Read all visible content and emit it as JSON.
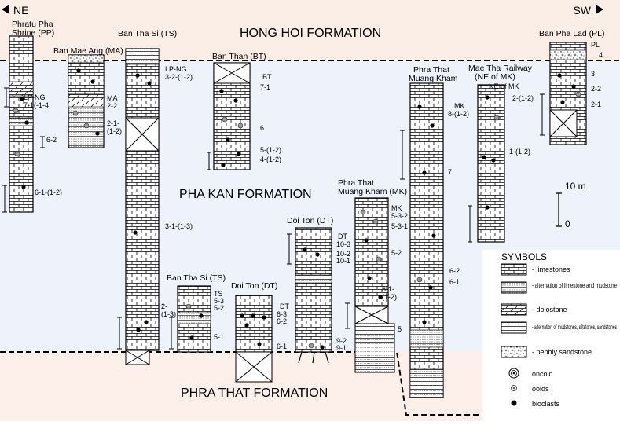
{
  "direction": {
    "left": "NE",
    "right": "SW"
  },
  "formations": {
    "top": "HONG HOI FORMATION",
    "middle": "PHA KAN FORMATION",
    "bottom": "PHRA THAT FORMATION"
  },
  "colors": {
    "top_zone": "#fbeee6",
    "middle_zone": "#eef2fb",
    "bottom_zone": "#fdf0ea",
    "line": "#000000",
    "limestone_fill": "#ffffff"
  },
  "scale_bar": {
    "label_top": "10 m",
    "label_bottom": "0"
  },
  "sections": {
    "pp": {
      "title_line1": "Phratu Pha",
      "title_line2": "Shrine (PP)",
      "samples": [
        "LP-NG",
        "7-1(-1-4",
        "6-2",
        "6-1-(1-2)"
      ]
    },
    "ma": {
      "title": "Ban Mae Ang (MA)",
      "samples": [
        "MA",
        "2-2",
        "2-1-",
        "(1-2)"
      ]
    },
    "ts_top": {
      "title": "Ban Tha Si (TS)",
      "samples": [
        "LP-NG",
        "3-2-(1-2)",
        "3-1-(1-3)",
        "2-",
        "(1-3)"
      ]
    },
    "bt": {
      "title": "Ban Than (BT)",
      "samples": [
        "BT",
        "7-1",
        "6",
        "5-(1-2)",
        "4-(1-2)"
      ]
    },
    "ts_low": {
      "title": "Ban Tha Si (TS)",
      "samples": [
        "TS",
        "5-3",
        "5-2",
        "5-1"
      ]
    },
    "dt_low": {
      "title": "Doi Ton (DT)",
      "samples": [
        "DT",
        "6-3",
        "6-2",
        "6-1"
      ]
    },
    "dt": {
      "title": "Doi Ton (DT)",
      "samples": [
        "DT",
        "10-3",
        "10-2",
        "10-1",
        "9-2",
        "9-1"
      ]
    },
    "mk": {
      "title_line1": "Phra That",
      "title_line2": "Muang Kham (MK)",
      "samples": [
        "MK",
        "5-3-2",
        "5-3-1",
        "5-2",
        "5-1-",
        "(1-2)",
        "5"
      ]
    },
    "mk_main": {
      "title_line1": "Phra That",
      "title_line2": "Muang Kham",
      "samples": [
        "MK",
        "8-(1-2)",
        "7",
        "6-2",
        "6-1"
      ]
    },
    "mtr": {
      "title_line1": "Mae Tha Railway",
      "title_line2": "(NE of MK)",
      "samples": [
        "NE of MK",
        "2-(1-2)",
        "1-(1-2)"
      ]
    },
    "pl": {
      "title": "Ban Pha Lad (PL)",
      "samples": [
        "PL",
        "4",
        "3",
        "2-2",
        "2-1"
      ]
    }
  },
  "legend": {
    "title": "SYMBOLS",
    "items": [
      {
        "label": "- limestones"
      },
      {
        "label": "- alternation of limestone and mudstone"
      },
      {
        "label": "- dolostone"
      },
      {
        "label": "- alternation of mudstones, siltstones, sandstones"
      },
      {
        "label": "- pebbly sandstone"
      },
      {
        "label": "oncoid",
        "icon": "oncoid-icon"
      },
      {
        "label": "ooids",
        "icon": "ooid-icon"
      },
      {
        "label": "bioclasts",
        "icon": "bioclast-icon"
      }
    ]
  }
}
